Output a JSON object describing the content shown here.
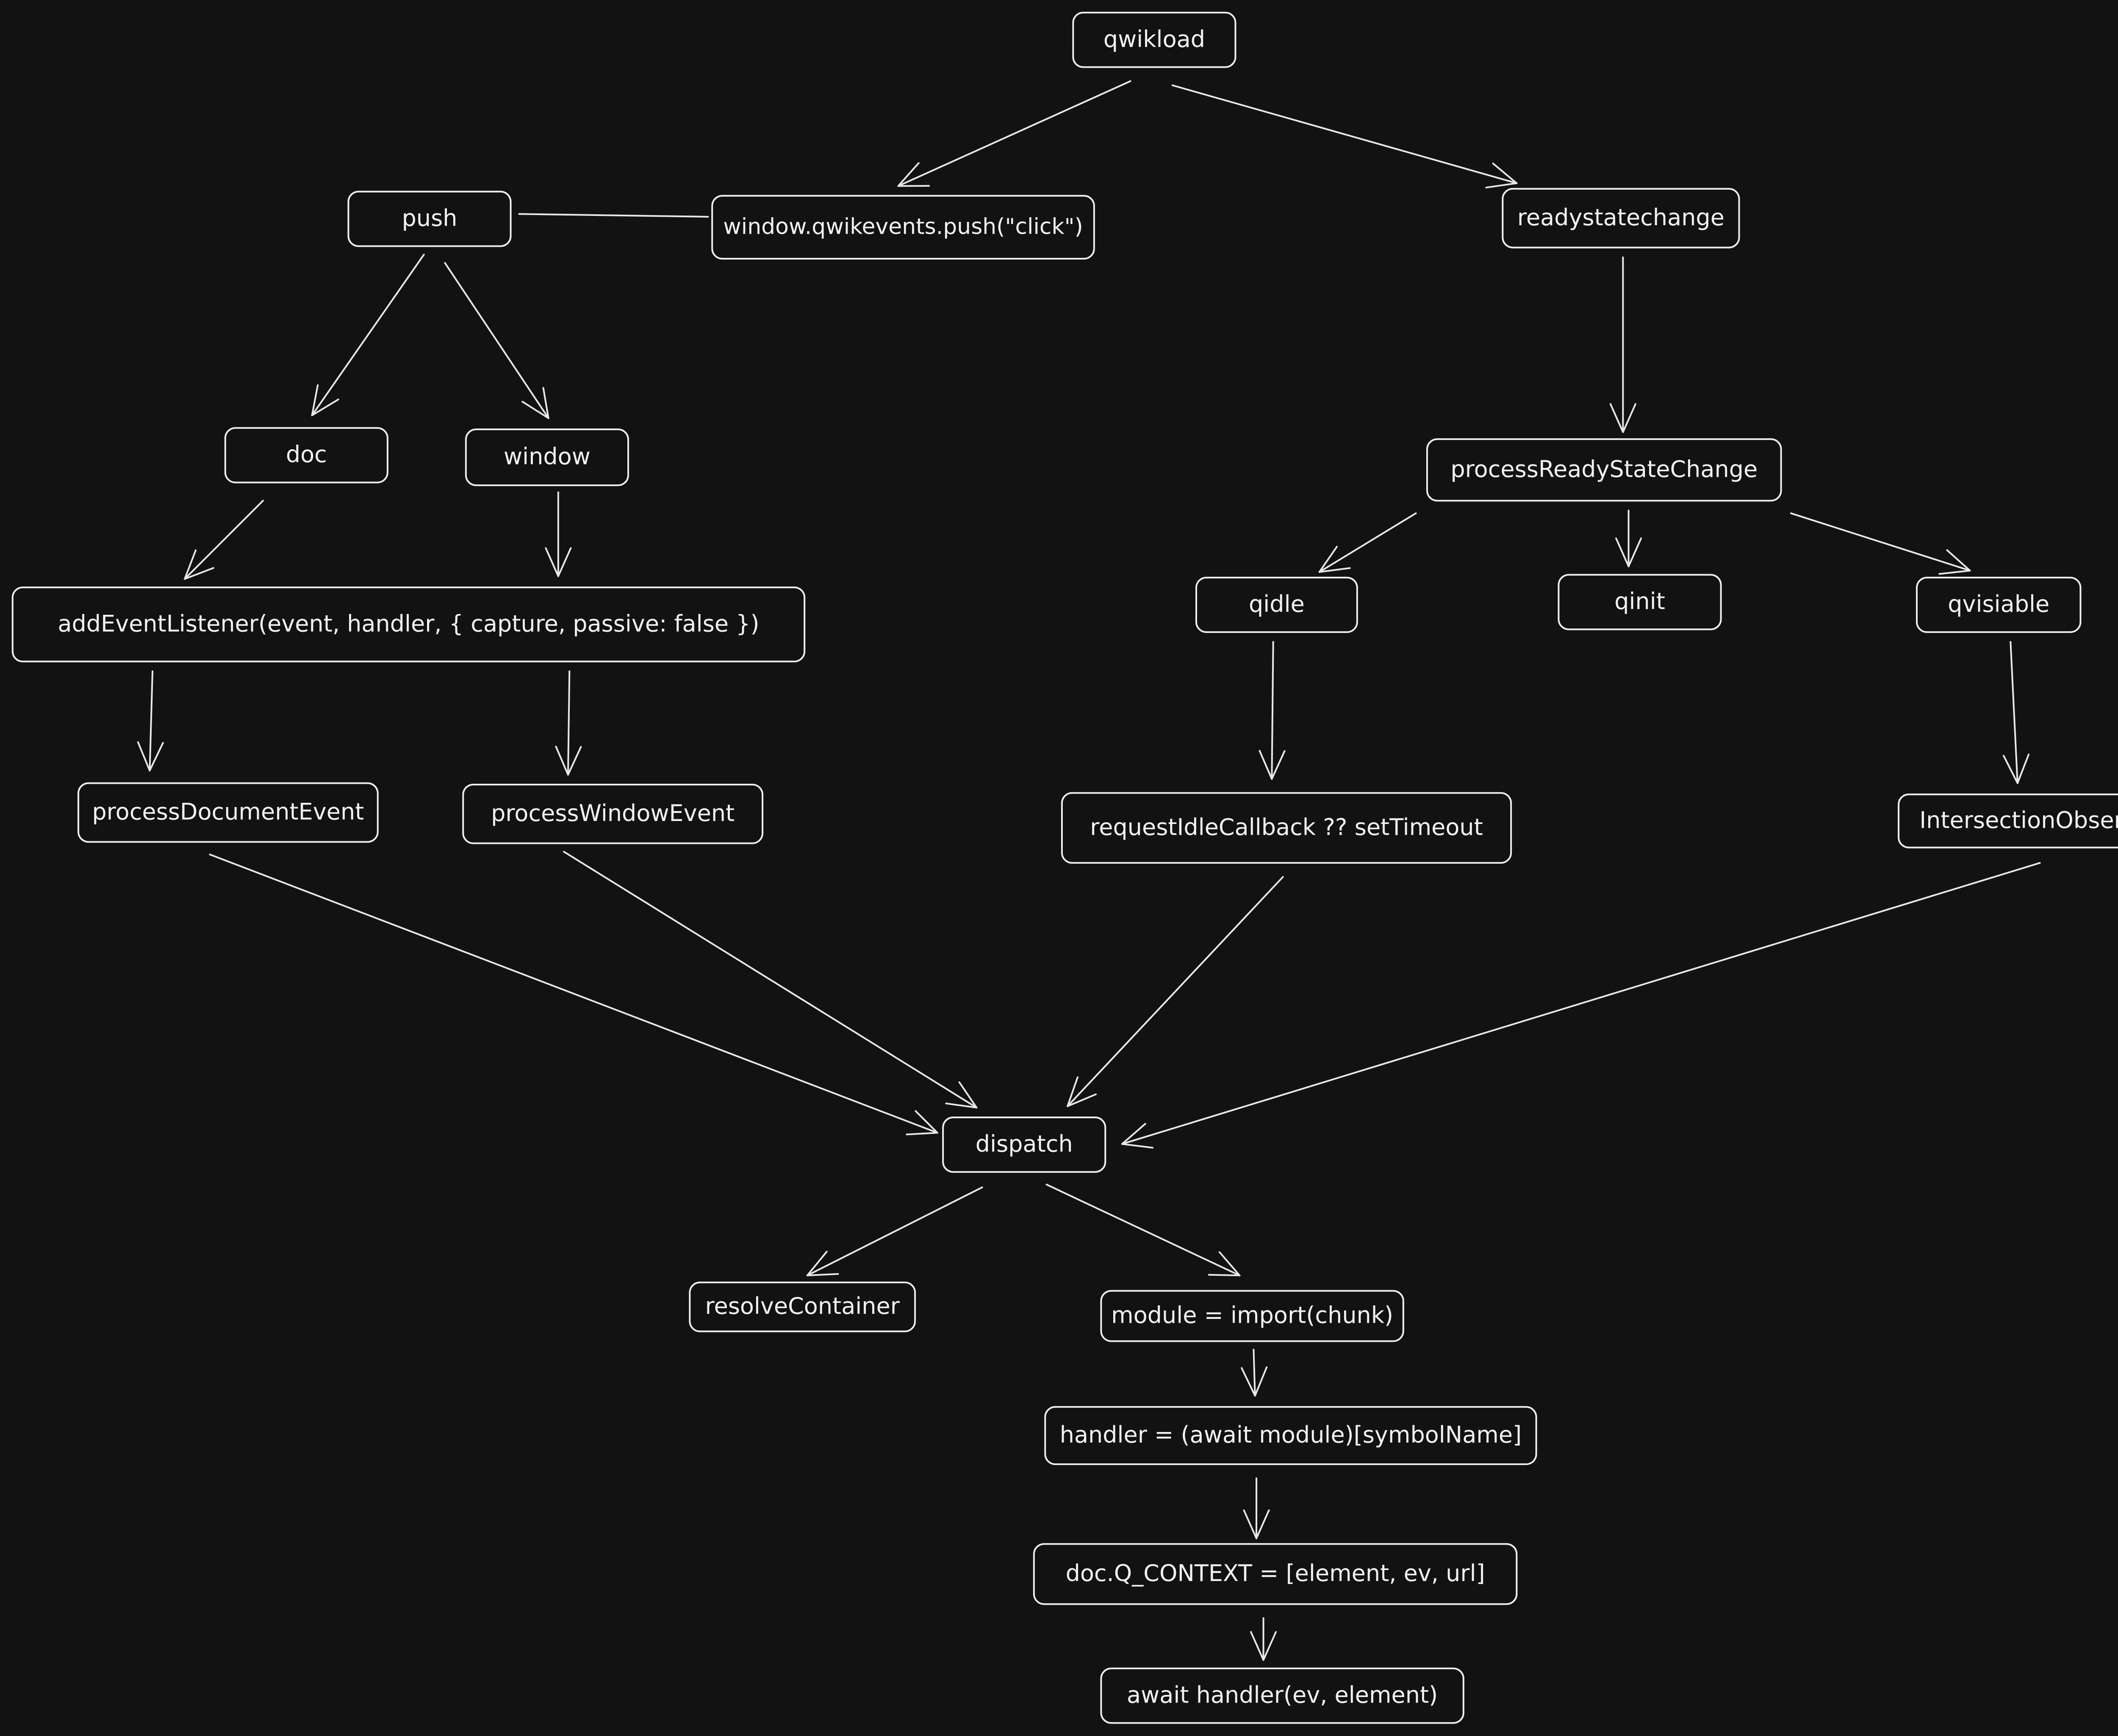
{
  "diagram": {
    "nodes": {
      "qwikload": "qwikload",
      "push": "push",
      "window_push": "window.qwikevents.push(\"click\")",
      "readystatechange": "readystatechange",
      "doc": "doc",
      "window": "window",
      "process_ready_state_change": "processReadyStateChange",
      "add_event_listener": "addEventListener(event, handler, { capture, passive: false })",
      "qidle": "qidle",
      "qinit": "qinit",
      "qvisiable": "qvisiable",
      "process_document_event": "processDocumentEvent",
      "process_window_event": "processWindowEvent",
      "request_idle_callback": "requestIdleCallback ?? setTimeout",
      "intersection_observer": "IntersectionObserver",
      "dispatch": "dispatch",
      "resolve_container": "resolveContainer",
      "module_import": "module = import(chunk)",
      "handler_lookup": "handler = (await module)[symbolName]",
      "q_context": "doc.Q_CONTEXT = [element, ev, url]",
      "await_handler": "await handler(ev, element)"
    },
    "edges": [
      {
        "from": "qwikload",
        "to": "window_push",
        "arrow": true
      },
      {
        "from": "qwikload",
        "to": "readystatechange",
        "arrow": true
      },
      {
        "from": "window_push",
        "to": "push",
        "arrow": false
      },
      {
        "from": "push",
        "to": "doc",
        "arrow": true
      },
      {
        "from": "push",
        "to": "window",
        "arrow": true
      },
      {
        "from": "doc",
        "to": "add_event_listener",
        "arrow": true
      },
      {
        "from": "window",
        "to": "add_event_listener",
        "arrow": true
      },
      {
        "from": "add_event_listener",
        "to": "process_document_event",
        "arrow": true
      },
      {
        "from": "add_event_listener",
        "to": "process_window_event",
        "arrow": true
      },
      {
        "from": "readystatechange",
        "to": "process_ready_state_change",
        "arrow": true
      },
      {
        "from": "process_ready_state_change",
        "to": "qidle",
        "arrow": true
      },
      {
        "from": "process_ready_state_change",
        "to": "qinit",
        "arrow": true
      },
      {
        "from": "process_ready_state_change",
        "to": "qvisiable",
        "arrow": true
      },
      {
        "from": "qidle",
        "to": "request_idle_callback",
        "arrow": true
      },
      {
        "from": "qvisiable",
        "to": "intersection_observer",
        "arrow": true
      },
      {
        "from": "process_document_event",
        "to": "dispatch",
        "arrow": true
      },
      {
        "from": "process_window_event",
        "to": "dispatch",
        "arrow": true
      },
      {
        "from": "request_idle_callback",
        "to": "dispatch",
        "arrow": true
      },
      {
        "from": "intersection_observer",
        "to": "dispatch",
        "arrow": true
      },
      {
        "from": "dispatch",
        "to": "resolve_container",
        "arrow": true
      },
      {
        "from": "dispatch",
        "to": "module_import",
        "arrow": true
      },
      {
        "from": "module_import",
        "to": "handler_lookup",
        "arrow": true
      },
      {
        "from": "handler_lookup",
        "to": "q_context",
        "arrow": true
      },
      {
        "from": "q_context",
        "to": "await_handler",
        "arrow": true
      }
    ]
  }
}
